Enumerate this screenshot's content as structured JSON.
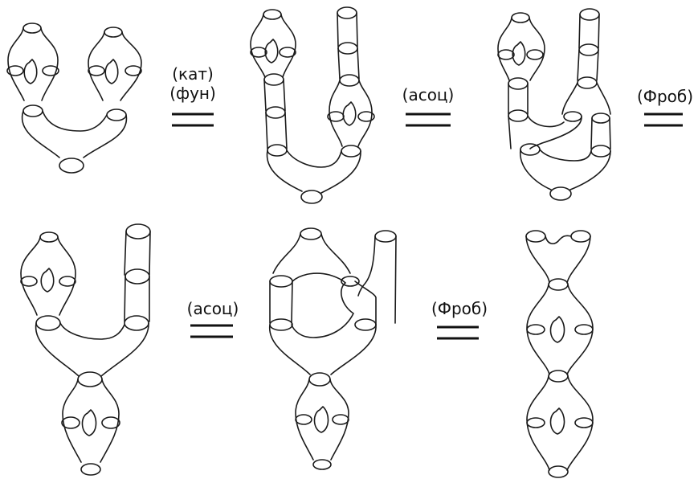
{
  "relations": [
    {
      "lines": [
        "(кат)",
        "(фун)"
      ]
    },
    {
      "lines": [
        "(асоц)"
      ]
    },
    {
      "lines": [
        "(Фроб)"
      ]
    },
    {
      "lines": [
        "(асоц)"
      ]
    },
    {
      "lines": [
        "(Фроб)"
      ]
    }
  ]
}
